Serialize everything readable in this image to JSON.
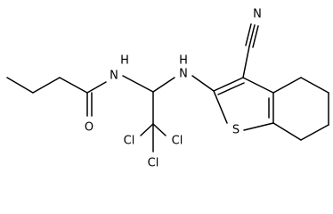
{
  "molecule": {
    "atoms": {
      "carbonyl_oxygen": "O",
      "amide_nitrogen": "N",
      "amide_hydrogen": "H",
      "amine_nitrogen": "N",
      "amine_hydrogen": "H",
      "nitrile_nitrogen": "N",
      "thiophene_sulfur": "S",
      "chlorine_left": "Cl",
      "chlorine_right": "Cl",
      "chlorine_bottom": "Cl"
    }
  }
}
